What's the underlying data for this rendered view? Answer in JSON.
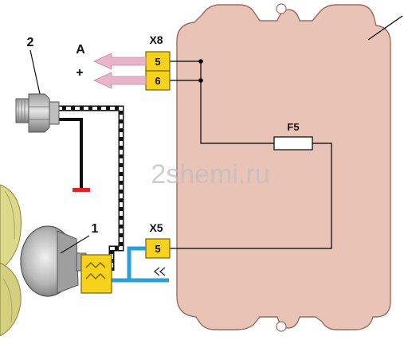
{
  "labels": {
    "component_1": "1",
    "component_2": "2",
    "signal_a": "A",
    "signal_plus": "+",
    "connector_x8": "X8",
    "connector_x5": "X5",
    "fuse": "F5"
  },
  "connector_x8_pins": [
    "5",
    "6"
  ],
  "connector_x5_pins": [
    "5"
  ],
  "watermark": "2shemi.ru",
  "colors": {
    "block_fill": "#e9c3b6",
    "block_stroke": "#9b6c5e",
    "connector_fill": "#f7d21c",
    "signal_arrow": "#e7b4c9",
    "blue_wire": "#2d9fd6",
    "ground_red": "#d9262a"
  },
  "icons": [
    "sensor-icon",
    "fan-icon",
    "ground-icon",
    "fuse-icon",
    "arrow-left-icon"
  ]
}
